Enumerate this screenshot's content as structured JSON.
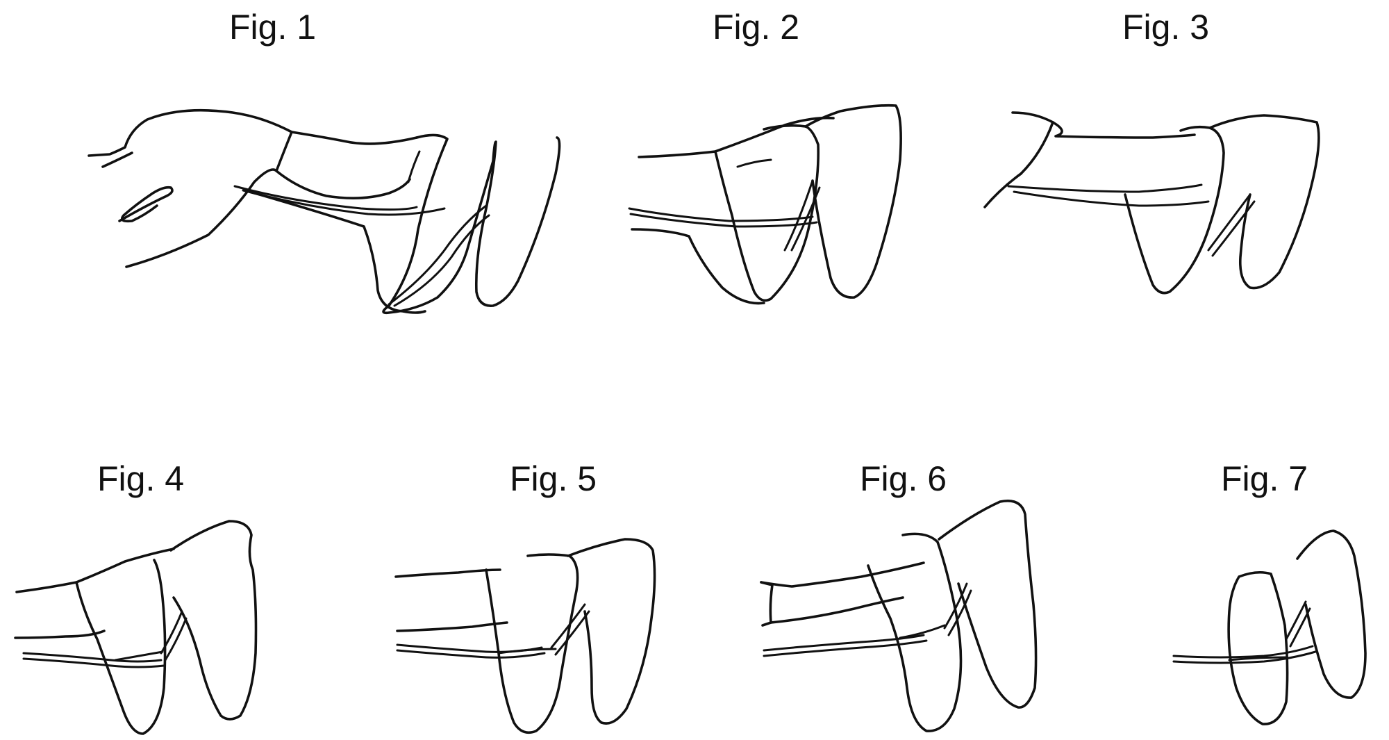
{
  "figures": [
    {
      "label": "Fig. 1"
    },
    {
      "label": "Fig. 2"
    },
    {
      "label": "Fig. 3"
    },
    {
      "label": "Fig. 4"
    },
    {
      "label": "Fig. 5"
    },
    {
      "label": "Fig. 6"
    },
    {
      "label": "Fig. 7"
    }
  ]
}
